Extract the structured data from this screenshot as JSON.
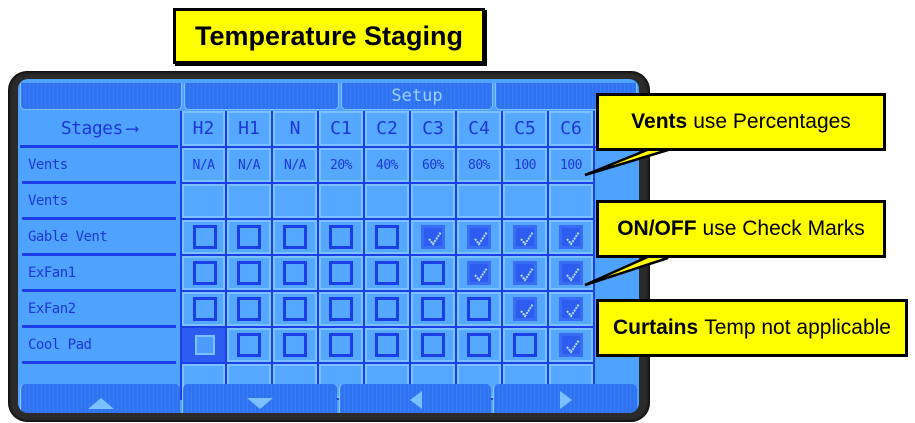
{
  "title": "Temperature Staging",
  "screen": {
    "tabs": [
      {
        "label": ""
      },
      {
        "label": ""
      },
      {
        "label": "Setup"
      },
      {
        "label": ""
      }
    ],
    "stages_label": "Stages",
    "stages_arrow": "⟶",
    "columns": [
      "H2",
      "H1",
      "N",
      "C1",
      "C2",
      "C3",
      "C4",
      "C5",
      "C6"
    ],
    "rows": [
      {
        "label": "Vents",
        "type": "value",
        "values": [
          "N/A",
          "N/A",
          "N/A",
          "20%",
          "40%",
          "60%",
          "80%",
          "100",
          "100"
        ]
      },
      {
        "label": "Vents",
        "type": "empty",
        "values": [
          "",
          "",
          "",
          "",
          "",
          "",
          "",
          "",
          ""
        ]
      },
      {
        "label": "Gable Vent",
        "type": "check",
        "checked": [
          false,
          false,
          false,
          false,
          false,
          true,
          true,
          true,
          true
        ]
      },
      {
        "label": "ExFan1",
        "type": "check",
        "checked": [
          false,
          false,
          false,
          false,
          false,
          false,
          true,
          true,
          true
        ]
      },
      {
        "label": "ExFan2",
        "type": "check",
        "checked": [
          false,
          false,
          false,
          false,
          false,
          false,
          false,
          true,
          true
        ]
      },
      {
        "label": "Cool Pad",
        "type": "check",
        "checked": [
          false,
          false,
          false,
          false,
          false,
          false,
          false,
          false,
          true
        ]
      },
      {
        "label": "",
        "type": "empty",
        "values": [
          "",
          "",
          "",
          "",
          "",
          "",
          "",
          "",
          ""
        ]
      }
    ],
    "selected_cell": {
      "row": 5,
      "col": 0
    },
    "nav_buttons": [
      {
        "name": "up",
        "icon": "triangle-up-icon"
      },
      {
        "name": "down",
        "icon": "triangle-down-icon"
      },
      {
        "name": "left",
        "icon": "triangle-left-icon"
      },
      {
        "name": "right",
        "icon": "triangle-right-icon"
      }
    ]
  },
  "callouts": [
    {
      "bold": "Vents",
      "text": "use Percentages"
    },
    {
      "bold": "ON/OFF",
      "text": "use Check Marks"
    },
    {
      "bold": "Curtains",
      "text": "Temp not applicable"
    }
  ],
  "colors": {
    "callout_fill": "#ffff00",
    "screen_bg": "#4da3ff",
    "grid_line": "#1b3ee8",
    "text_blue": "#1e36d8",
    "bezel": "#2b2b2b"
  }
}
